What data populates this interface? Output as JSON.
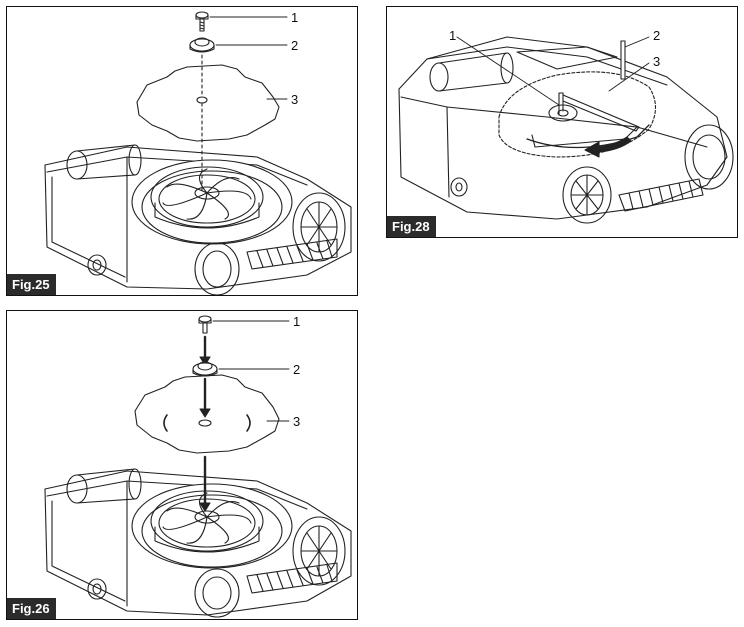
{
  "figures": [
    {
      "id": "fig25",
      "label": "Fig.25",
      "callouts": [
        "1",
        "2",
        "3"
      ]
    },
    {
      "id": "fig26",
      "label": "Fig.26",
      "callouts": [
        "1",
        "2",
        "3"
      ]
    },
    {
      "id": "fig28",
      "label": "Fig.28",
      "callouts": [
        "1",
        "2",
        "3"
      ]
    }
  ]
}
